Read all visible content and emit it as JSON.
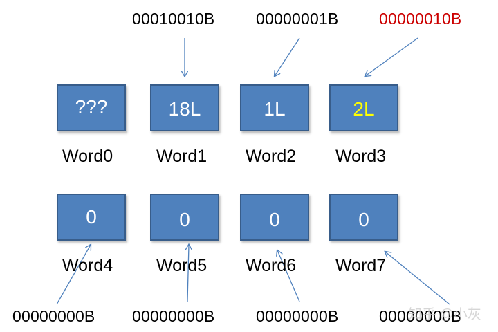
{
  "colors": {
    "box_fill": "#4f81bd",
    "box_text": "#ffffff",
    "highlight_text": "#ffff00",
    "red_label": "#cc0000",
    "arrow": "#4f81bd"
  },
  "top_labels": [
    "00010010B",
    "00000001B",
    "00000010B"
  ],
  "row1": [
    {
      "value": "???",
      "word": "Word0"
    },
    {
      "value": "18L",
      "word": "Word1"
    },
    {
      "value": "1L",
      "word": "Word2"
    },
    {
      "value": "2L",
      "word": "Word3"
    }
  ],
  "row2": [
    {
      "value": "0",
      "word": "Word4"
    },
    {
      "value": "0",
      "word": "Word5"
    },
    {
      "value": "0",
      "word": "Word6"
    },
    {
      "value": "0",
      "word": "Word7"
    }
  ],
  "bottom_labels": [
    "00000000B",
    "00000000B",
    "00000000B",
    "00000000B"
  ],
  "watermark": "知乎 @小灰"
}
